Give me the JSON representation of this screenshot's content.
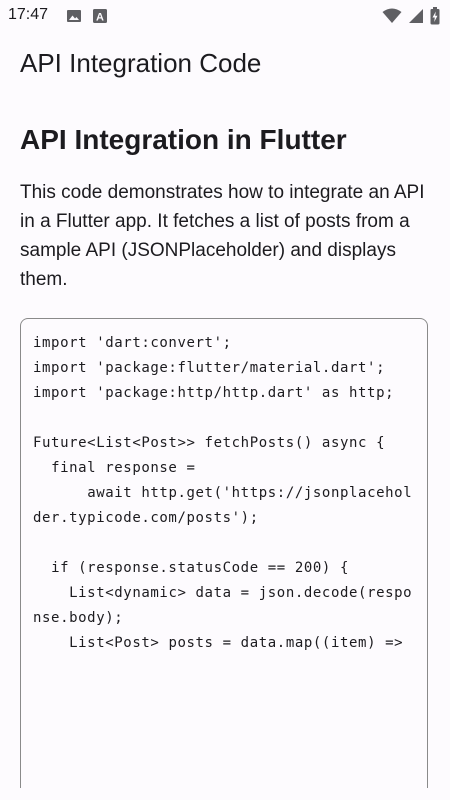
{
  "status_bar": {
    "time": "17:47",
    "left_icons": [
      "image-icon",
      "font-icon"
    ],
    "right_icons": [
      "wifi-icon",
      "signal-icon",
      "battery-icon"
    ]
  },
  "app_bar": {
    "title": "API Integration Code"
  },
  "main": {
    "heading": "API Integration in Flutter",
    "description": "This code demonstrates how to integrate an API in a Flutter app. It fetches a list of posts from a sample API (JSONPlaceholder) and displays them.",
    "code": "import 'dart:convert';\nimport 'package:flutter/material.dart';\nimport 'package:http/http.dart' as http;\n\nFuture<List<Post>> fetchPosts() async {\n  final response =\n      await http.get('https://jsonplaceholder.typicode.com/posts');\n\n  if (response.statusCode == 200) {\n    List<dynamic> data = json.decode(response.body);\n    List<Post> posts = data.map((item) =>"
  },
  "colors": {
    "background": "#fdfbfe",
    "text": "#1c1b1f",
    "code_border": "#8a8a8a"
  }
}
